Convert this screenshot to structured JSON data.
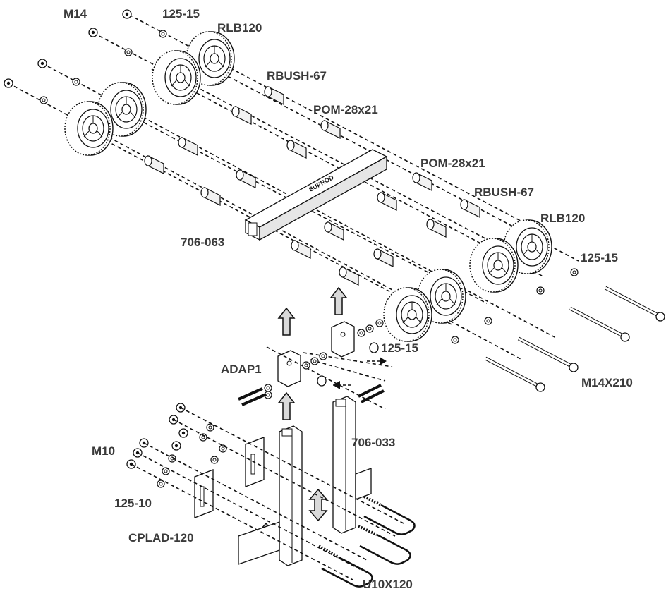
{
  "labels": {
    "m14": "M14",
    "washer_top": "125-15",
    "wheel_top": "RLB120",
    "bush_top": "RBUSH-67",
    "pom_top": "POM-28x21",
    "pom_right": "POM-28x21",
    "bush_right": "RBUSH-67",
    "wheel_right": "RLB120",
    "washer_right": "125-15",
    "beam": "706-063",
    "adapter": "ADAP1",
    "washer_mid": "125-15",
    "bolt": "M14X210",
    "post": "706-033",
    "nut_m10": "M10",
    "washer_m10": "125-10",
    "plate": "CPLAD-120",
    "ubolt": "U10X120",
    "beam_brand": "SUPROD"
  }
}
